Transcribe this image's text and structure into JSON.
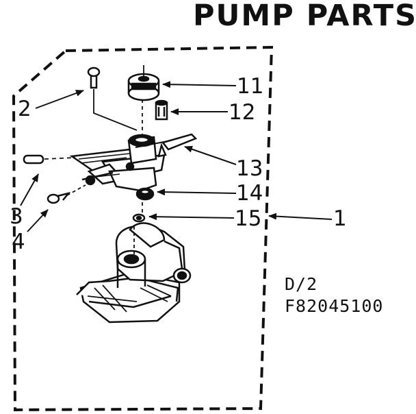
{
  "title": "PUMP PARTS",
  "callouts": {
    "c1": "1",
    "c2": "2",
    "c3": "3",
    "c4": "4",
    "c11": "11",
    "c12": "12",
    "c13": "13",
    "c14": "14",
    "c15": "15"
  },
  "diagram_code": {
    "line1": "D/2",
    "line2": "F82045100"
  }
}
